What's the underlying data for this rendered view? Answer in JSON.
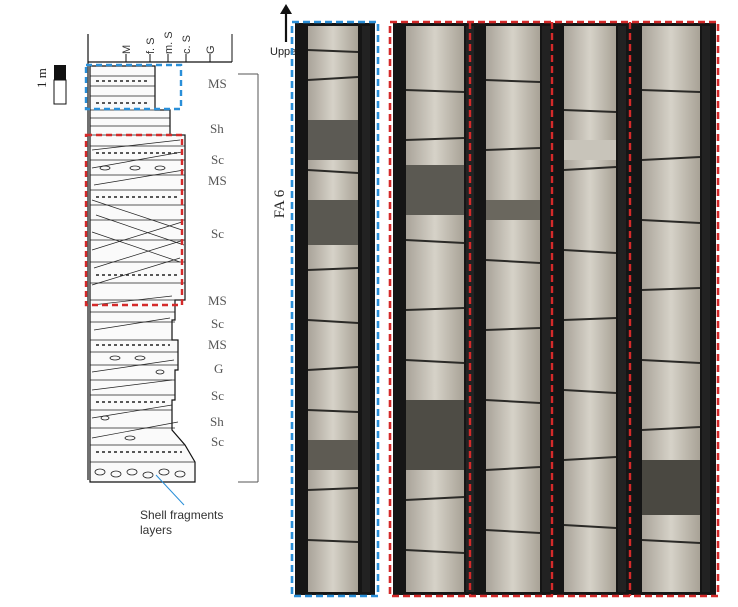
{
  "scale_bar": {
    "label": "1 m"
  },
  "grain_size_labels": [
    "M",
    "f. S",
    "m. S",
    "c. S",
    "G"
  ],
  "facies_labels": [
    "MS",
    "Sh",
    "Sc",
    "MS",
    "Sc",
    "MS",
    "Sc",
    "MS",
    "G",
    "Sc",
    "Sh",
    "Sc"
  ],
  "association_label": "FA 6",
  "upper_label": "Upper",
  "annotation": {
    "line1": "Shell fragments",
    "line2": "layers"
  },
  "colors": {
    "blue_box": "#2a8fd8",
    "red_box": "#d42a2a"
  }
}
